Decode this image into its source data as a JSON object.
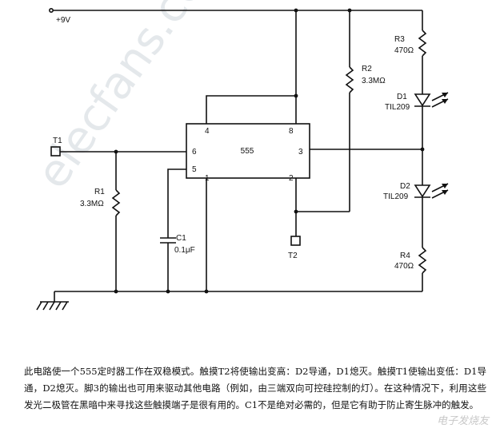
{
  "supply_label": "+9V",
  "watermark": "elecfans.com",
  "ic": {
    "label": "555",
    "pins": {
      "p1": "1",
      "p2": "2",
      "p3": "3",
      "p4": "4",
      "p5": "5",
      "p6": "6",
      "p8": "8"
    }
  },
  "components": {
    "t1": "T1",
    "t2": "T2",
    "r1": {
      "ref": "R1",
      "value": "3.3MΩ"
    },
    "r2": {
      "ref": "R2",
      "value": "3.3MΩ"
    },
    "r3": {
      "ref": "R3",
      "value": "470Ω"
    },
    "r4": {
      "ref": "R4",
      "value": "470Ω"
    },
    "c1": {
      "ref": "C1",
      "value": "0.1μF"
    },
    "d1": {
      "ref": "D1",
      "value": "TIL209"
    },
    "d2": {
      "ref": "D2",
      "value": "TIL209"
    }
  },
  "caption": "此电路使一个555定时器工作在双稳模式。触摸T2将使输出变高：D2导通，D1熄灭。触摸T1使输出变低：D1导通，D2熄灭。脚3的输出也可用来驱动其他电路（例如，由三端双向可控硅控制的灯）。在这种情况下，利用这些发光二极管在黑暗中来寻找这些触摸端子是很有用的。C1不是绝对必需的，但是它有助于防止寄生脉冲的触发。",
  "corner_logo": "电子发烧友"
}
